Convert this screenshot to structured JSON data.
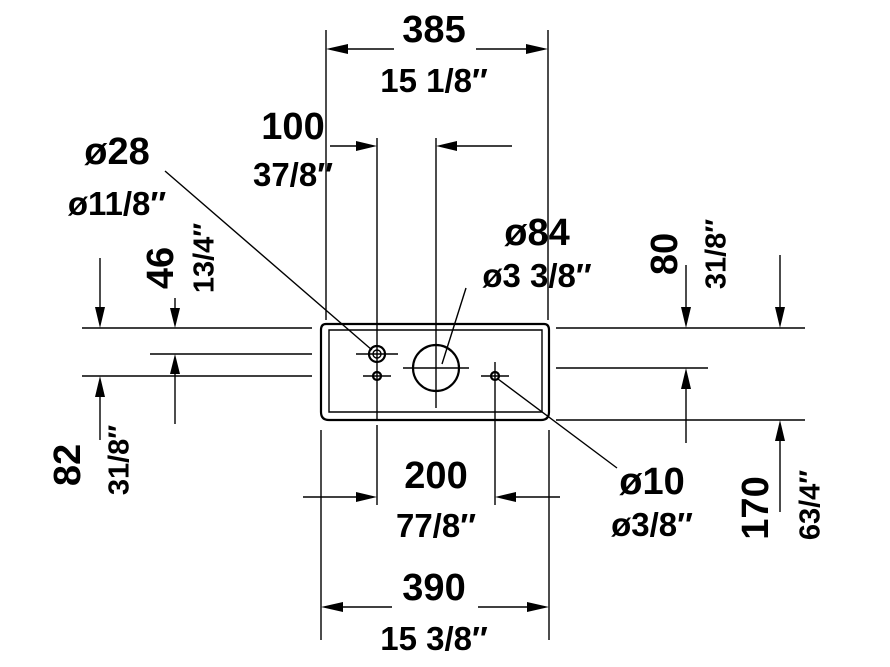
{
  "dimensions": {
    "top_width_mm": "385",
    "top_width_in": "15 1/8″",
    "left_offset_mm": "100",
    "left_offset_in": "37/8″",
    "hole_small_mm": "ø28",
    "hole_small_in": "ø11/8″",
    "hole_large_mm": "ø84",
    "hole_large_in": "ø3 3/8″",
    "left_vertical_mm": "46",
    "left_vertical_in": "13/4″",
    "right_vertical_mm": "80",
    "right_vertical_in": "31/8″",
    "bottom_left_vertical_mm": "82",
    "bottom_left_vertical_in": "31/8″",
    "center_spacing_mm": "200",
    "center_spacing_in": "77/8″",
    "hole_tiny_mm": "ø10",
    "hole_tiny_in": "ø3/8″",
    "bottom_right_vertical_mm": "170",
    "bottom_right_vertical_in": "63/4″",
    "bottom_width_mm": "390",
    "bottom_width_in": "15 3/8″"
  }
}
